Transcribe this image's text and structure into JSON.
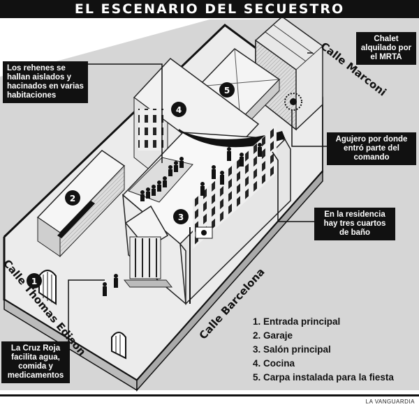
{
  "title": "EL ESCENARIO DEL SECUESTRO",
  "callouts": {
    "chalet": "Chalet alquilado por el MRTA",
    "rehenes": "Los rehenes se hallan aislados y hacinados en varias habitaciones",
    "agujero": "Agujero por donde entró parte del comando",
    "banos": "En la residencia hay tres cuartos de baño",
    "cruz_roja": "La Cruz Roja facilita agua, comida y medicamentos"
  },
  "streets": {
    "marconi": "Calle Marconi",
    "barcelona": "Calle Barcelona",
    "thomas_edison": "Calle Thomas Edison"
  },
  "markers": [
    "1",
    "2",
    "3",
    "4",
    "5"
  ],
  "legend": [
    "1. Entrada principal",
    "2. Garaje",
    "3. Salón principal",
    "4. Cocina",
    "5. Carpa instalada para la fiesta"
  ],
  "credit": "LA VANGUARDIA"
}
